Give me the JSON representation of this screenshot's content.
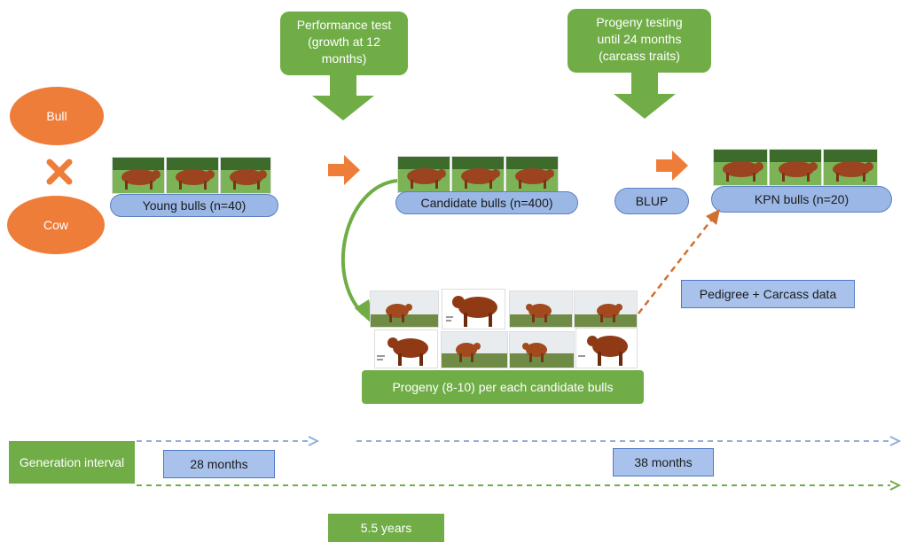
{
  "parents": {
    "bull": "Bull",
    "cow": "Cow",
    "cross_icon": "cross-icon"
  },
  "stages": {
    "young": "Young bulls (n=40)",
    "candidate": "Candidate bulls (n=400)",
    "blup": "BLUP",
    "kpn": "KPN bulls (n=20)"
  },
  "callouts": {
    "performance": [
      "Performance test",
      "(growth at 12",
      "months)"
    ],
    "progeny_testing": [
      "Progeny testing",
      "until 24 months",
      "(carcass traits)"
    ]
  },
  "pedigree": "Pedigree + Carcass data",
  "progeny": "Progeny (8-10) per each candidate bulls",
  "generation": {
    "label": "Generation interval",
    "interval1": "28 months",
    "interval2": "38 months",
    "total": "5.5 years"
  },
  "colors": {
    "orange": "#ee7d3a",
    "green": "#70ad47",
    "blue": "#9bb7e6",
    "blue_border": "#5a7fc4"
  }
}
